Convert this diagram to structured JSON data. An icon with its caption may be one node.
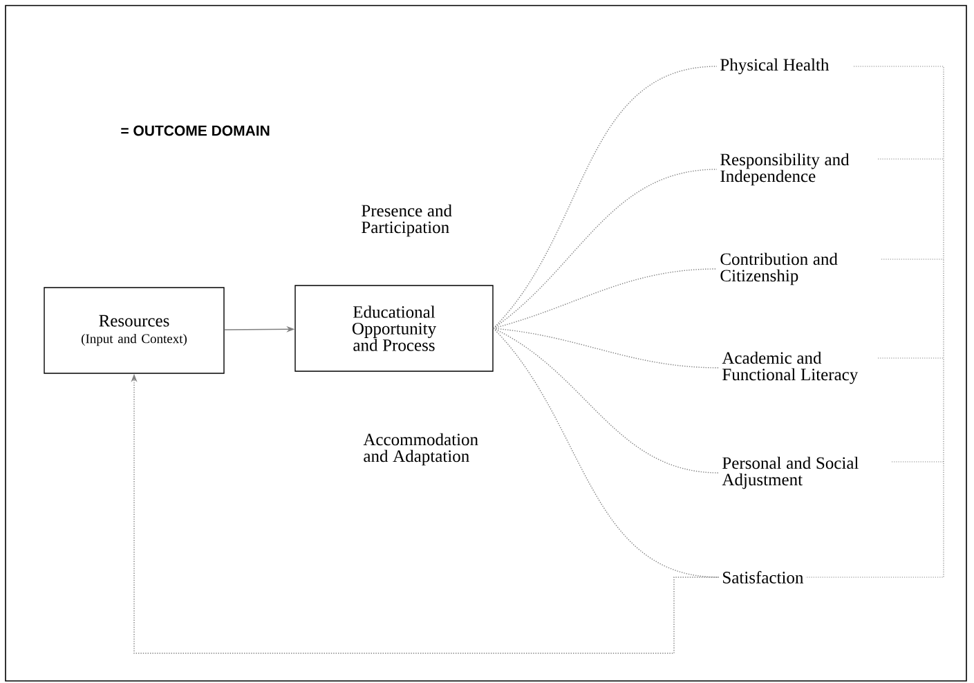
{
  "diagram": {
    "nodes": [
      {
        "text": [
          "Resources",
          "(Input and Context)"
        ]
      },
      {
        "text": [
          "Educational Opportunity and Process"
        ]
      },
      {
        "text": [
          "Physical Health"
        ]
      },
      {
        "text": [
          "Responsibility and Independence"
        ]
      },
      {
        "text": [
          "Contribution and Citizenship"
        ]
      },
      {
        "text": [
          "Academic and Functional Literacy"
        ]
      },
      {
        "text": [
          "Personal and Social Adjustment"
        ]
      },
      {
        "text": [
          "Satisfaction"
        ]
      }
    ],
    "edges": [
      {
        "from": 0,
        "to": 1,
        "arrow": "to"
      },
      {
        "from": 1,
        "to": 2,
        "arrow": "none",
        "style": "dashed"
      },
      {
        "from": 1,
        "to": 3,
        "arrow": "none",
        "style": "dashed"
      },
      {
        "from": 1,
        "to": 4,
        "arrow": "none",
        "style": "dashed"
      },
      {
        "from": 1,
        "to": 5,
        "arrow": "none",
        "style": "dashed"
      },
      {
        "from": 1,
        "to": 6,
        "arrow": "none",
        "style": "dashed"
      },
      {
        "from": 1,
        "to": 7,
        "arrow": "none",
        "style": "dashed"
      },
      {
        "from": 7,
        "to": 0,
        "arrow": "to",
        "style": "dashed"
      }
    ],
    "labels": [
      "= OUTCOME DOMAIN",
      "Presence and Participation",
      "Accommodation and Adaptation"
    ]
  }
}
